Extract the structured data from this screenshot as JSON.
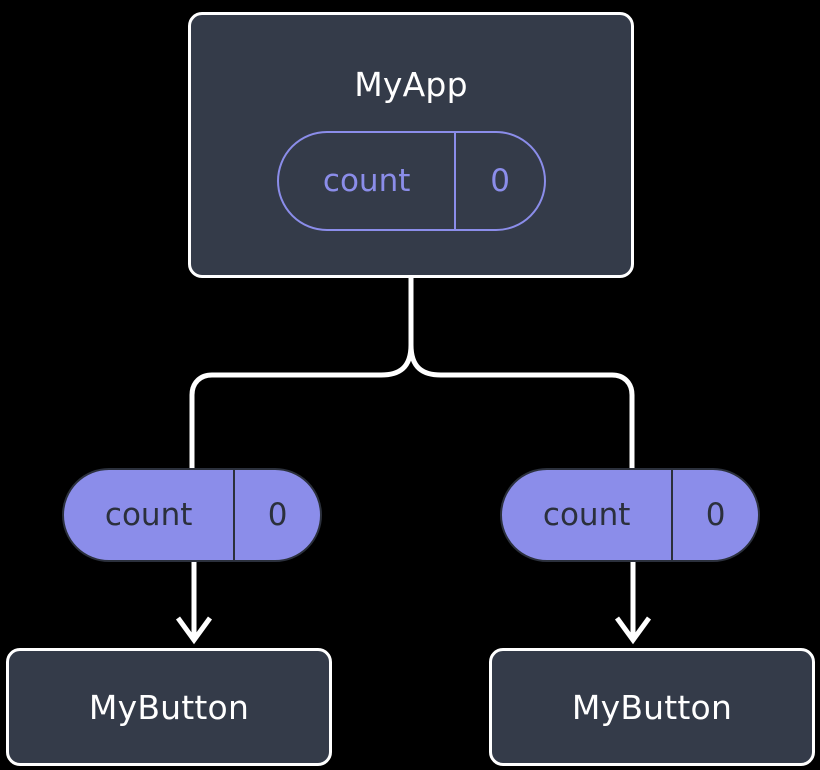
{
  "diagram": {
    "title": "MyApp",
    "type": "component-state-tree",
    "background_color": "#000000",
    "colors": {
      "node_fill": "#343b49",
      "node_border": "#ffffff",
      "accent_purple": "#8b8dea",
      "connector": "#ffffff",
      "dark_text": "#2b303c"
    },
    "root": {
      "label": "MyApp",
      "state": {
        "key": "count",
        "value": "0"
      }
    },
    "children": [
      {
        "state": {
          "key": "count",
          "value": "0"
        },
        "label": "MyButton"
      },
      {
        "state": {
          "key": "count",
          "value": "0"
        },
        "label": "MyButton"
      }
    ],
    "connectors": {
      "root_split": "branch",
      "arrow_style": "open-v-arrowhead"
    }
  }
}
